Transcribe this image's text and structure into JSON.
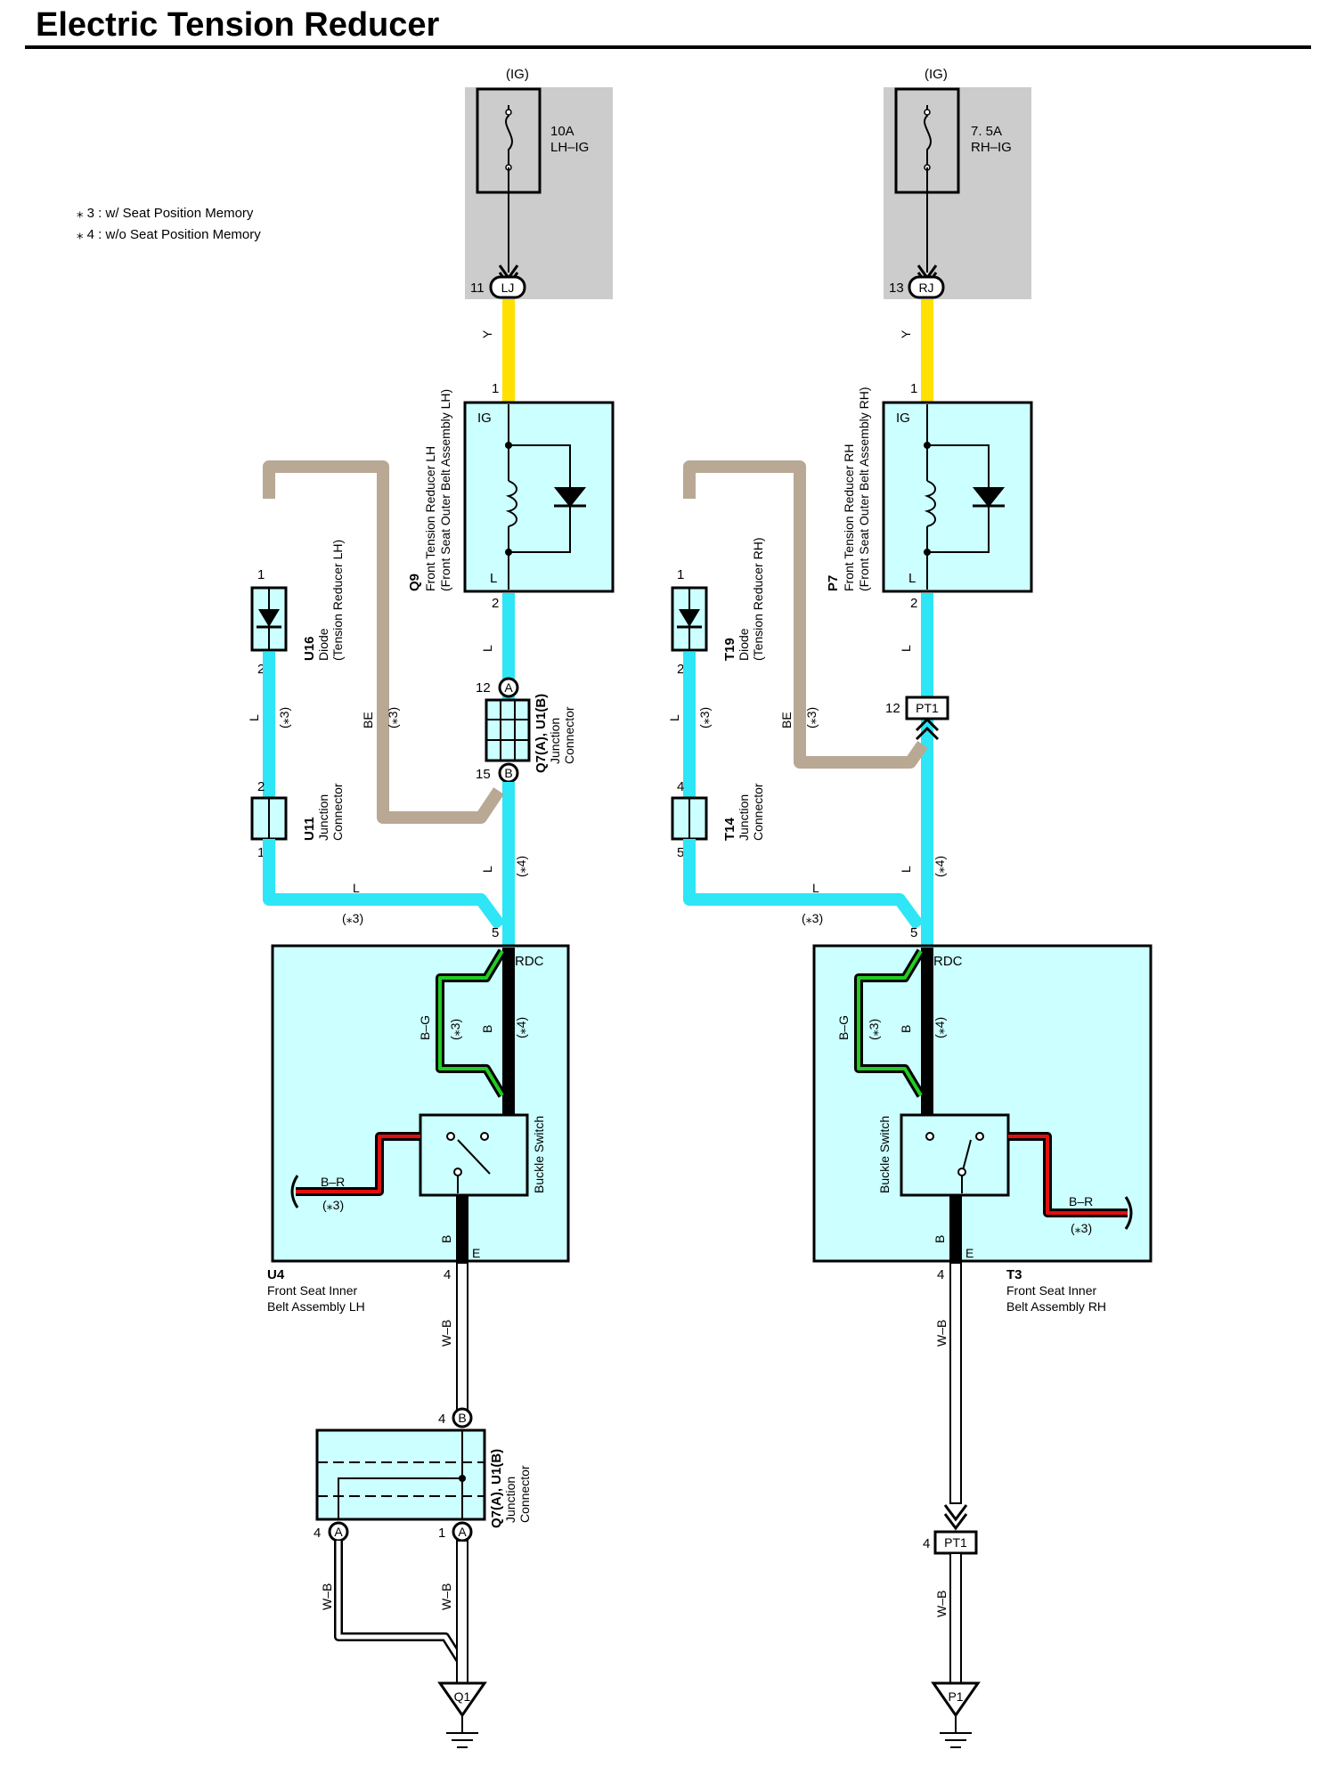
{
  "title": "Electric Tension Reducer",
  "notes": {
    "note3": "⁎ 3 : w/ Seat Position Memory",
    "note4": "⁎ 4 : w/o Seat Position Memory"
  },
  "colors": {
    "Y": "#ffe000",
    "L": "#2ee6f5",
    "BE": "#b8a894",
    "G": "#22cc22",
    "R": "#e01010",
    "B": "#000000",
    "W": "#ffffff",
    "component_fill": "#ccffff",
    "ig_shade": "#cccccc"
  },
  "left": {
    "ig_label": "(IG)",
    "fuse_rating": "10A",
    "fuse_name": "LH–IG",
    "conn_pin": "11",
    "conn_name": "LJ",
    "wire_y": "Y",
    "reducer_pin1": "1",
    "reducer_ig": "IG",
    "reducer_l": "L",
    "reducer_pin2": "2",
    "reducer_code": "Q9",
    "reducer_name1": "Front Tension Reducer LH",
    "reducer_name2": "(Front Seat Outer Belt Assembly LH)",
    "wire_l_a": "L",
    "jc_pin_a": "12",
    "jc_a": "A",
    "jc_pin_b": "15",
    "jc_b": "B",
    "jc_code": "Q7(A), U1(B)",
    "jc_name1": "Junction",
    "jc_name2": "Connector",
    "diode_pin1": "1",
    "diode_pin2": "2",
    "diode_code": "U16",
    "diode_name1": "Diode",
    "diode_name2": "(Tension Reducer LH)",
    "wire_l_b": "L",
    "star3_a": "(⁎3)",
    "wire_be": "BE",
    "star3_b": "(⁎3)",
    "u11_pin2": "2",
    "u11_pin1": "1",
    "u11_code": "U11",
    "u11_name1": "Junction",
    "u11_name2": "Connector",
    "wire_l_c": "L",
    "star4_a": "(⁎4)",
    "wire_l_d": "L",
    "star3_c": "(⁎3)",
    "belt_pin5": "5",
    "rdc": "RDC",
    "bg": "B–G",
    "star3_d": "(⁎3)",
    "b_label": "B",
    "star4_b": "(⁎4)",
    "buckle": "Buckle Switch",
    "br": "B–R",
    "star3_e": "(⁎3)",
    "b2": "B",
    "e": "E",
    "belt_pin4": "4",
    "belt_code": "U4",
    "belt_name1": "Front Seat Inner",
    "belt_name2": "Belt Assembly LH",
    "wb_a": "W–B",
    "jc2_pin4b": "4",
    "jc2_b": "B",
    "jc2_code": "Q7(A), U1(B)",
    "jc2_name1": "Junction",
    "jc2_name2": "Connector",
    "jc2_pin4a": "4",
    "jc2_a1": "A",
    "jc2_pin1a": "1",
    "jc2_a2": "A",
    "wb_b": "W–B",
    "wb_c": "W–B",
    "ground": "Q1"
  },
  "right": {
    "ig_label": "(IG)",
    "fuse_rating": "7. 5A",
    "fuse_name": "RH–IG",
    "conn_pin": "13",
    "conn_name": "RJ",
    "wire_y": "Y",
    "reducer_pin1": "1",
    "reducer_ig": "IG",
    "reducer_l": "L",
    "reducer_pin2": "2",
    "reducer_code": "P7",
    "reducer_name1": "Front Tension Reducer RH",
    "reducer_name2": "(Front Seat Outer Belt Assembly RH)",
    "wire_l_a": "L",
    "pt_pin": "12",
    "pt_name": "PT1",
    "diode_pin1": "1",
    "diode_pin2": "2",
    "diode_code": "T19",
    "diode_name1": "Diode",
    "diode_name2": "(Tension Reducer RH)",
    "wire_l_b": "L",
    "star3_a": "(⁎3)",
    "wire_be": "BE",
    "star3_b": "(⁎3)",
    "t14_pin4": "4",
    "t14_pin5": "5",
    "t14_code": "T14",
    "t14_name1": "Junction",
    "t14_name2": "Connector",
    "wire_l_c": "L",
    "star4_a": "(⁎4)",
    "wire_l_d": "L",
    "star3_c": "(⁎3)",
    "belt_pin5": "5",
    "rdc": "RDC",
    "bg": "B–G",
    "star3_d": "(⁎3)",
    "b_label": "B",
    "star4_b": "(⁎4)",
    "buckle": "Buckle Switch",
    "br": "B–R",
    "star3_e": "(⁎3)",
    "b2": "B",
    "e": "E",
    "belt_pin4": "4",
    "belt_code": "T3",
    "belt_name1": "Front Seat Inner",
    "belt_name2": "Belt Assembly RH",
    "wb_a": "W–B",
    "pt2_pin": "4",
    "pt2_name": "PT1",
    "wb_b": "W–B",
    "ground": "P1"
  }
}
